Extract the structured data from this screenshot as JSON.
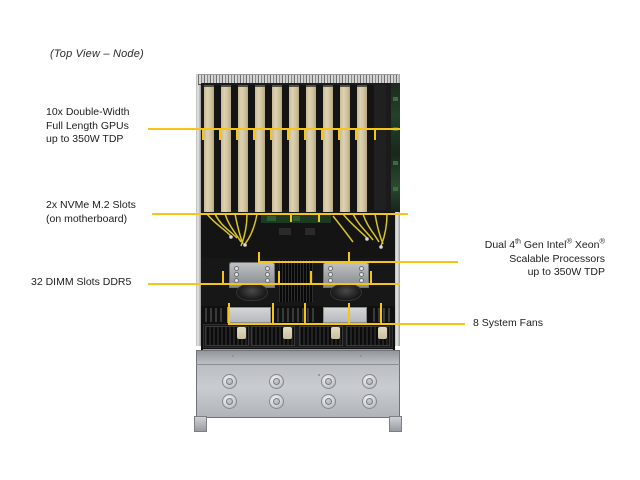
{
  "diagram": {
    "view_title": "(Top View – Node)",
    "accent_color": "#F5C518",
    "text_color": "#1d1d1d"
  },
  "callouts": {
    "gpus": {
      "line1": "10x Double-Width",
      "line2": "Full Length GPUs",
      "line3": "up to 350W TDP"
    },
    "nvme": {
      "line1": "2x NVMe M.2 Slots",
      "line2": "(on motherboard)"
    },
    "dimm": {
      "line1": "32 DIMM Slots DDR5"
    },
    "cpu": {
      "line1_a": "Dual 4",
      "line1_sup": "th",
      "line1_b": " Gen Intel",
      "line1_c": " Xeon",
      "line2": "Scalable Processors",
      "line3": "up to 350W TDP"
    },
    "fans": {
      "line1": "8 System Fans"
    }
  },
  "hardware": {
    "gpu_count": 10,
    "cpu_count": 2,
    "fan_count": 8,
    "standoff_count": 8
  }
}
